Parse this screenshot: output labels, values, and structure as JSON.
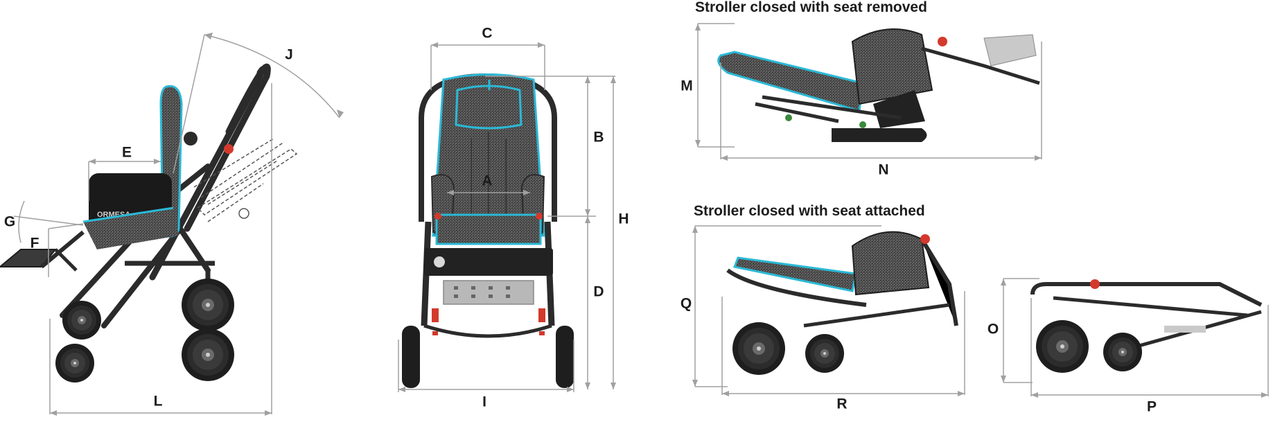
{
  "captions": {
    "seat_removed": "Stroller closed with seat removed",
    "seat_attached": "Stroller closed with seat attached"
  },
  "dimension_labels": {
    "A": "A",
    "B": "B",
    "C": "C",
    "D": "D",
    "E": "E",
    "F": "F",
    "G": "G",
    "H": "H",
    "I": "I",
    "J": "J",
    "L": "L",
    "M": "M",
    "N": "N",
    "O": "O",
    "P": "P",
    "Q": "Q",
    "R": "R"
  },
  "brand_text": "ORMESA",
  "colors": {
    "dimension_line": "#a0a0a0",
    "frame": "#2b2b2b",
    "fabric": "#4a4a4a",
    "accent_cyan": "#2bb9d6",
    "accent_red": "#d33a2c",
    "tire": "#1e1e1e",
    "hub": "#6a6a6a",
    "tray": "#9a9a9a"
  }
}
